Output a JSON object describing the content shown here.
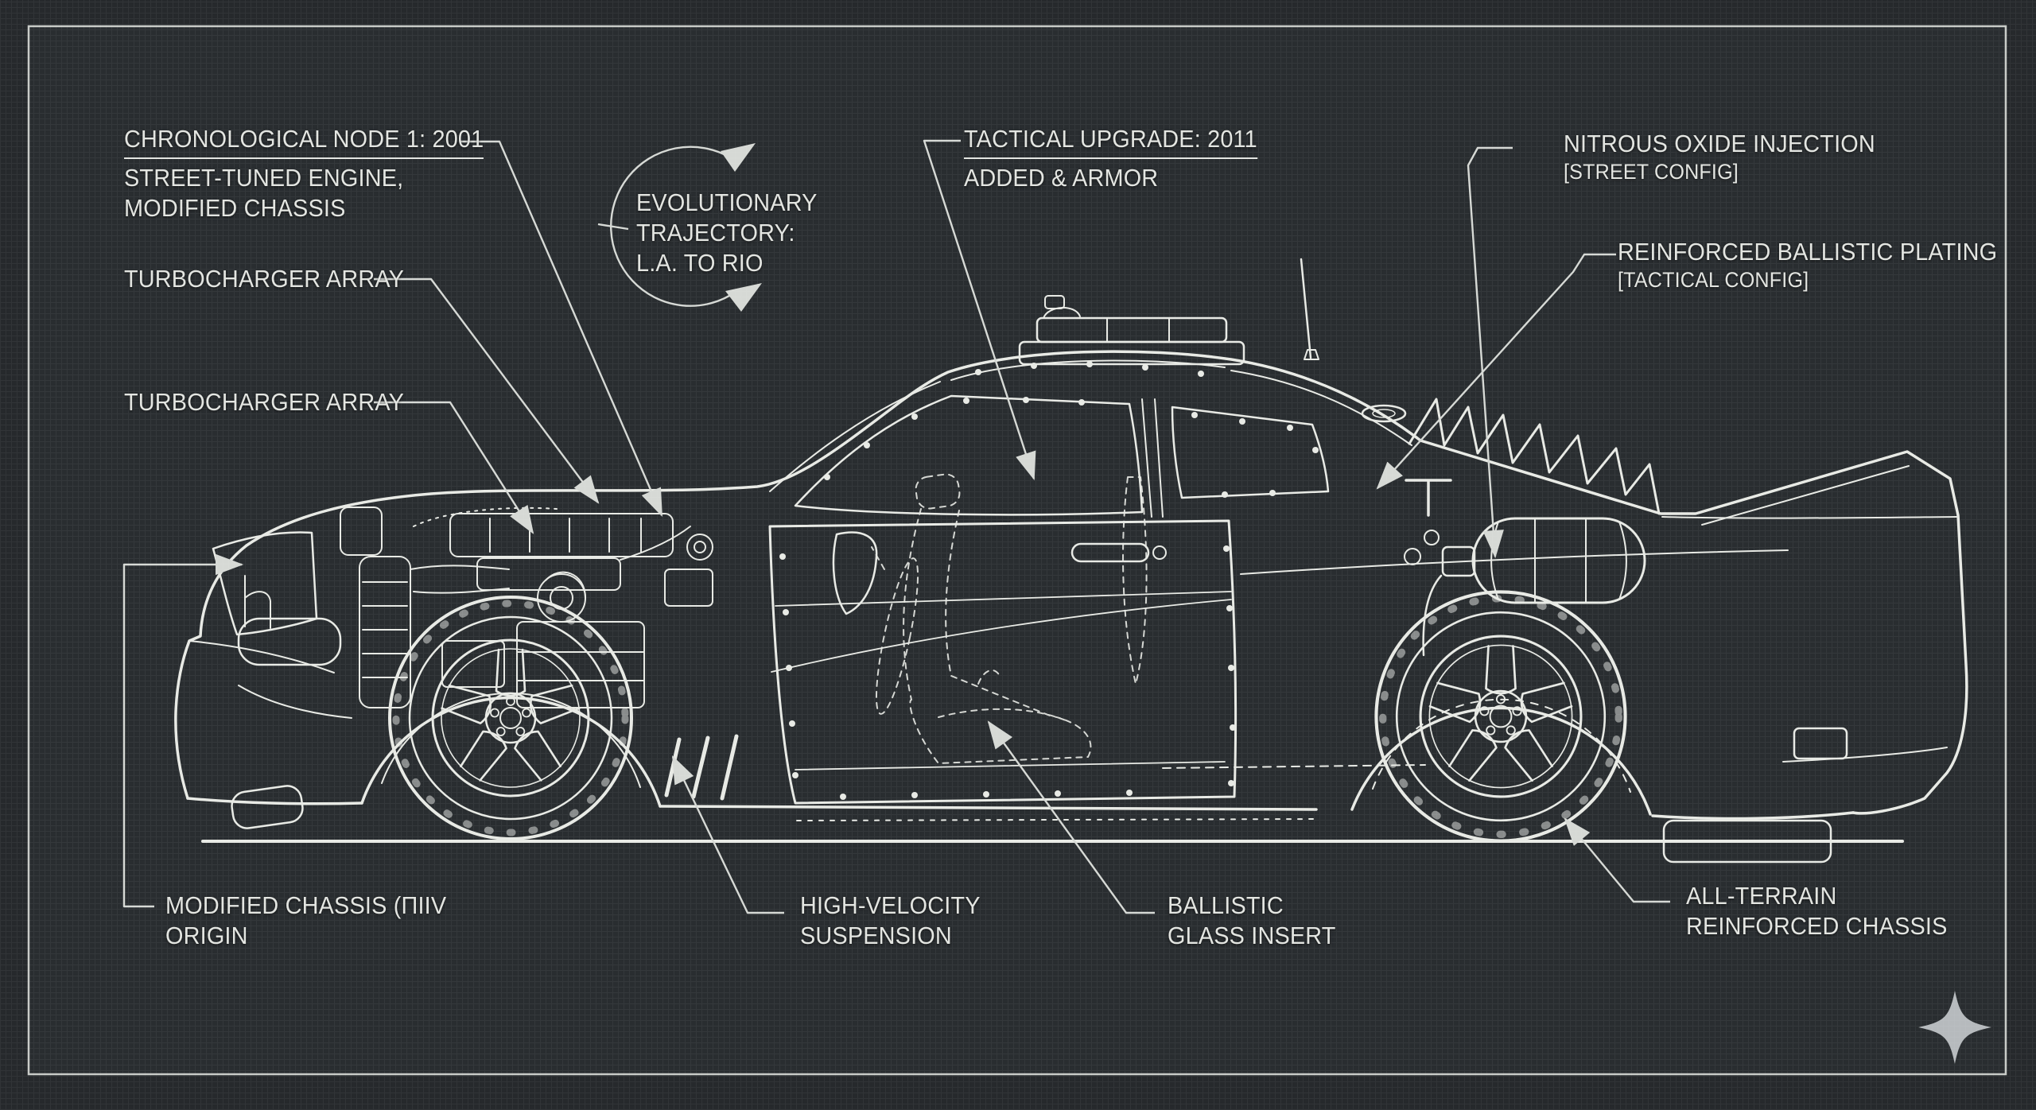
{
  "poster": {
    "type": "vehicle-blueprint-diagram",
    "subject": "armored sport coupe side profile cutaway"
  },
  "colors": {
    "bg": "#26292c",
    "panel": "#292d30",
    "line": "#e8eae5",
    "leader": "#d6d9d5",
    "text": "#e3e5e1",
    "border": "#c8cbc7",
    "sparkle": "#b6babd"
  },
  "labels": {
    "node1": {
      "title": "CHRONOLOGICAL NODE 1: 2001",
      "line1": "STREET-TUNED ENGINE,",
      "line2": "MODIFIED CHASSIS"
    },
    "turbo1": {
      "text": "TURBOCHARGER ARRAY"
    },
    "turbo2": {
      "text": "TURBOCHARGER ARRAY"
    },
    "evolution": {
      "line1": "EVOLUTIONARY",
      "line2": "TRAJECTORY:",
      "line3": "L.A. TO RIO"
    },
    "tactical": {
      "title": "TACTICAL UPGRADE: 2011",
      "line1": "ADDED & ARMOR"
    },
    "nitrous": {
      "line1": "NITROUS OXIDE INJECTION",
      "line2": "[STREET CONFIG]"
    },
    "plating": {
      "line1": "REINFORCED BALLISTIC PLATING",
      "line2": "[TACTICAL CONFIG]"
    },
    "mod_chassis": {
      "line1": "MODIFIED CHASSIS (ΠIIV",
      "line2": "ORIGIN"
    },
    "suspension": {
      "line1": "HIGH-VELOCITY",
      "line2": "SUSPENSION"
    },
    "ballistic": {
      "line1": "BALLISTIC",
      "line2": "GLASS INSERT"
    },
    "all_terrain": {
      "line1": "ALL-TERRAIN",
      "line2": "REINFORCED CHASSIS"
    }
  },
  "icons": {
    "sparkle": "four-pointed-star-icon"
  }
}
